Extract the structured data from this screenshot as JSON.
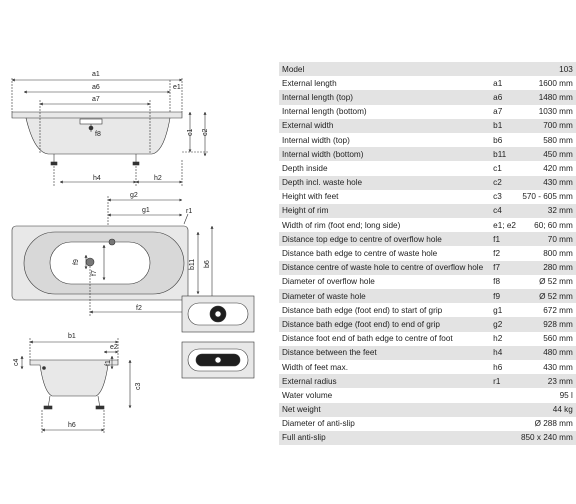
{
  "drawing": {
    "labels": {
      "a1": "a1",
      "a6": "a6",
      "a7": "a7",
      "e1": "e1",
      "f8": "f8",
      "c1": "c1",
      "c2": "c2",
      "h4": "h4",
      "h2": "h2",
      "g2": "g2",
      "g1": "g1",
      "r1": "r1",
      "f9": "f9",
      "f7": "f7",
      "b11": "b11",
      "b6": "b6",
      "f2": "f2",
      "b1": "b1",
      "e2": "e2",
      "c4": "c4",
      "f1": "f1",
      "c3": "c3",
      "h6": "h6"
    }
  },
  "table": {
    "header": {
      "label": "Model",
      "value": "103"
    },
    "rows": [
      {
        "label": "External length",
        "symbol": "a1",
        "value": "1600 mm"
      },
      {
        "label": "Internal length (top)",
        "symbol": "a6",
        "value": "1480 mm"
      },
      {
        "label": "Internal length (bottom)",
        "symbol": "a7",
        "value": "1030 mm"
      },
      {
        "label": "External width",
        "symbol": "b1",
        "value": "700 mm"
      },
      {
        "label": "Internal width (top)",
        "symbol": "b6",
        "value": "580 mm"
      },
      {
        "label": "Internal width (bottom)",
        "symbol": "b11",
        "value": "450 mm"
      },
      {
        "label": "Depth inside",
        "symbol": "c1",
        "value": "420 mm"
      },
      {
        "label": "Depth incl. waste hole",
        "symbol": "c2",
        "value": "430 mm"
      },
      {
        "label": "Height with feet",
        "symbol": "c3",
        "value": "570 - 605 mm"
      },
      {
        "label": "Height of rim",
        "symbol": "c4",
        "value": "32 mm"
      },
      {
        "label": "Width of rim (foot end; long side)",
        "symbol": "e1; e2",
        "value": "60; 60 mm"
      },
      {
        "label": "Distance top edge to centre of overflow hole",
        "symbol": "f1",
        "value": "70 mm"
      },
      {
        "label": "Distance bath edge to centre of waste hole",
        "symbol": "f2",
        "value": "800 mm"
      },
      {
        "label": "Distance centre of waste hole to centre of overflow hole",
        "symbol": "f7",
        "value": "280 mm"
      },
      {
        "label": "Diameter of overflow hole",
        "symbol": "f8",
        "value": "Ø 52 mm"
      },
      {
        "label": "Diameter of waste hole",
        "symbol": "f9",
        "value": "Ø 52 mm"
      },
      {
        "label": "Distance bath edge (foot end) to start of grip",
        "symbol": "g1",
        "value": "672 mm"
      },
      {
        "label": "Distance bath edge  (foot end) to end of grip",
        "symbol": "g2",
        "value": "928 mm"
      },
      {
        "label": "Distance foot end of bath edge to centre of foot",
        "symbol": "h2",
        "value": "560 mm"
      },
      {
        "label": "Distance between the feet",
        "symbol": "h4",
        "value": "480 mm"
      },
      {
        "label": "Width of feet max.",
        "symbol": "h6",
        "value": "430 mm"
      },
      {
        "label": "External radius",
        "symbol": "r1",
        "value": "23 mm"
      },
      {
        "label": "Water volume",
        "symbol": "",
        "value": "95 l"
      },
      {
        "label": "Net weight",
        "symbol": "",
        "value": "44 kg"
      },
      {
        "label": "Diameter of anti-slip",
        "symbol": "",
        "value": "Ø 288 mm"
      },
      {
        "label": "Full anti-slip",
        "symbol": "",
        "value": "850 x 240 mm"
      }
    ]
  }
}
